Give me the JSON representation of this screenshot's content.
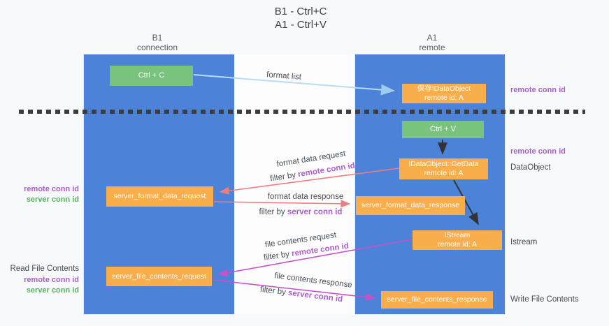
{
  "title": {
    "line1": "B1 - Ctrl+C",
    "line2": "A1 - Ctrl+V"
  },
  "lanes": {
    "left": {
      "line1": "B1",
      "line2": "connection"
    },
    "right": {
      "line1": "A1",
      "line2": "remote"
    }
  },
  "boxes": {
    "ctrl_c": {
      "label": "Ctrl + C"
    },
    "save_idataobject": {
      "line1": "保存IDataObject",
      "line2": "remote id: A"
    },
    "ctrl_v": {
      "label": "Ctrl + V"
    },
    "getdata": {
      "line1": "IDataObject::GetData",
      "line2": "remote id: A"
    },
    "server_format_data_request": {
      "label": "server_format_data_request"
    },
    "server_format_data_response": {
      "label": "server_format_data_response"
    },
    "istream": {
      "line1": "IStream",
      "line2": "remote id: A"
    },
    "server_file_contents_request": {
      "label": "server_file_contents_request"
    },
    "server_file_contents_response": {
      "label": "server_file_contents_response"
    }
  },
  "annotations": {
    "format_list": "format list",
    "format_data_request": "format data request",
    "filter_by_1": {
      "prefix": "filter by ",
      "key": "remote conn id"
    },
    "format_data_response": "format data response",
    "filter_by_2": {
      "prefix": "filter by ",
      "key": "server conn id"
    },
    "file_contents_request": "file contents request",
    "filter_by_3": {
      "prefix": "filter by ",
      "key": "remote conn id"
    },
    "file_contents_response": "file contents response",
    "filter_by_4": {
      "prefix": "filter by ",
      "key": "server conn id"
    }
  },
  "right_labels": {
    "remote_conn_id_1": "remote conn id",
    "remote_conn_id_2": "remote conn id",
    "dataobject": "DataObject",
    "istream": "Istream",
    "write_file_contents": "Write File Contents"
  },
  "left_labels": {
    "remote_conn_id_1": "remote conn id",
    "server_conn_id_1": "server conn id",
    "read_file_contents": "Read File Contents",
    "remote_conn_id_2": "remote conn id",
    "server_conn_id_2": "server conn id"
  },
  "colors": {
    "lane_blue": "#4c82d8",
    "box_green": "#79c37d",
    "box_orange": "#f8ae4b",
    "arrow_light_blue": "#b8dcf5",
    "arrow_salmon": "#ee7e80",
    "arrow_magenta": "#c353c9",
    "arrow_black": "#333333",
    "label_purple": "#ab5fc9",
    "label_green": "#55b45e"
  }
}
